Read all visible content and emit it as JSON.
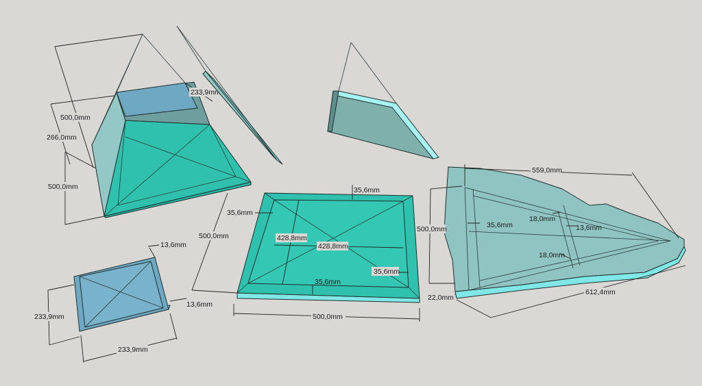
{
  "colors": {
    "background": "#d9d8d5",
    "teal_face": "#2fc1ad",
    "teal_light": "#7fe8e6",
    "blue_face": "#6ea8c3",
    "grey_face": "#7fb0ac",
    "side_face": "#93c8c6",
    "edge": "#1f2d2d"
  },
  "dimensions": {
    "pyramid_height_outer": "500,0mm",
    "pyramid_height_mid": "266,0mm",
    "pyramid_height_base": "500,0mm",
    "pyramid_top_width": "233,9mm",
    "center_frame_top": "35,6mm",
    "center_frame_left": "35,6mm",
    "center_frame_right": "35,6mm",
    "center_frame_bottom": "35,6mm",
    "center_inner_vertical": "428,8mm",
    "center_inner_horizontal": "428,8mm",
    "center_height": "500,0mm",
    "center_width": "500,0mm",
    "small_panel_thickness_top": "13,6mm",
    "small_panel_thickness_side": "13,6mm",
    "small_panel_height": "233,9mm",
    "small_panel_width": "233,9mm",
    "tri_top_length": "559,0mm",
    "tri_height": "500,0mm",
    "tri_frame": "35,6mm",
    "tri_strip_top": "18,0mm",
    "tri_strip_right": "13,6mm",
    "tri_strip_bottom": "18,0mm",
    "tri_base_thickness": "22,0mm",
    "tri_bottom_length": "612,4mm"
  }
}
